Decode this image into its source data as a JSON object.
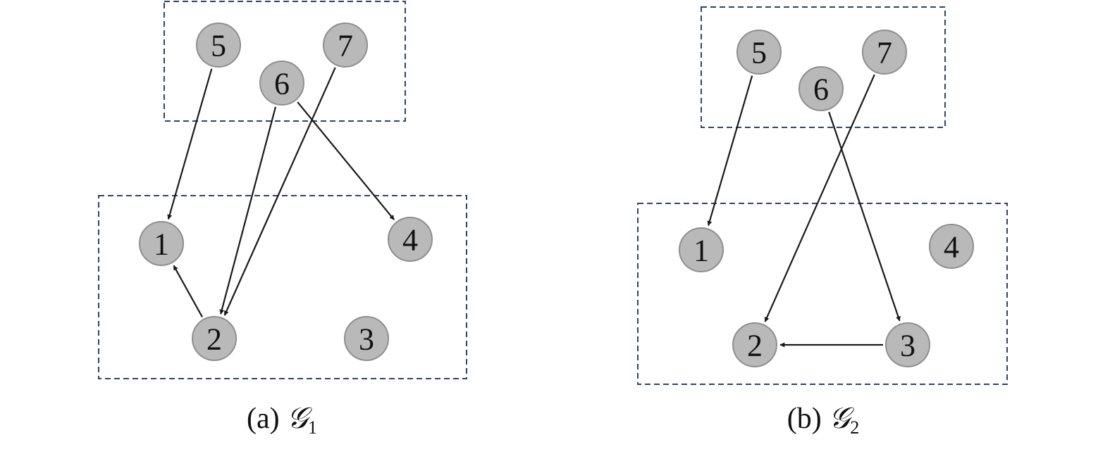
{
  "panels": [
    {
      "id": "g1",
      "caption_prefix": "(a) ",
      "graph_symbol": "𝒢",
      "graph_index": "1",
      "nodes": [
        "5",
        "7",
        "6",
        "1",
        "4",
        "2",
        "3"
      ],
      "edges": [
        [
          "5",
          "1"
        ],
        [
          "6",
          "2"
        ],
        [
          "7",
          "2"
        ],
        [
          "6",
          "4"
        ],
        [
          "2",
          "1"
        ]
      ]
    },
    {
      "id": "g2",
      "caption_prefix": "(b) ",
      "graph_symbol": "𝒢",
      "graph_index": "2",
      "nodes": [
        "5",
        "7",
        "6",
        "1",
        "4",
        "2",
        "3"
      ],
      "edges": [
        [
          "5",
          "1"
        ],
        [
          "7",
          "2"
        ],
        [
          "6",
          "3"
        ],
        [
          "3",
          "2"
        ]
      ]
    }
  ]
}
